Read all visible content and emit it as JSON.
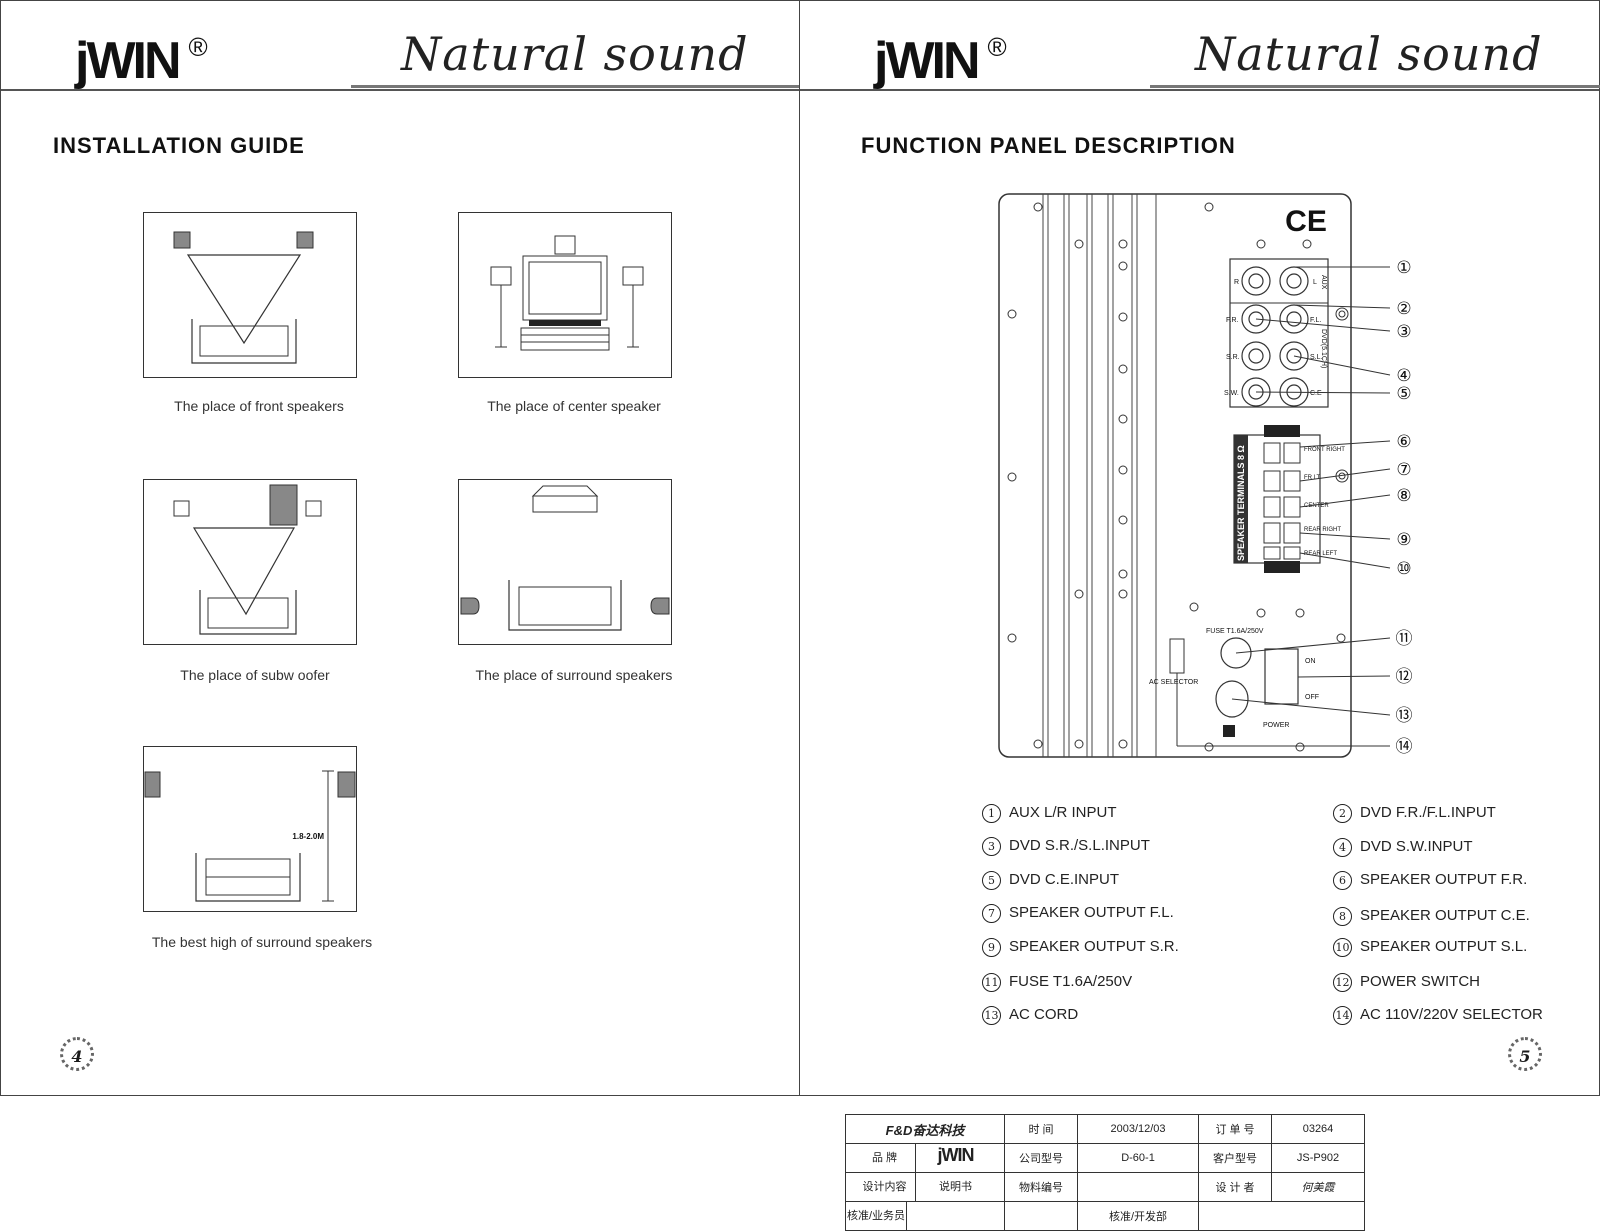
{
  "brand": {
    "name": "jWIN",
    "registered": "®",
    "tagline": "Natural sound"
  },
  "left_page": {
    "title": "INSTALLATION GUIDE",
    "captions": {
      "front": "The place of front speakers",
      "center": "The place of center speaker",
      "subwoofer": "The place of subw oofer",
      "surround": "The place of surround speakers",
      "height": "The best high of surround speakers"
    },
    "height_label": "1.8-2.0M",
    "page_number": "4"
  },
  "right_page": {
    "title": "FUNCTION PANEL DESCRIPTION",
    "panel_labels": {
      "ce": "CE",
      "aux": "AUX",
      "dvd": "DVD(5.1CH)",
      "r": "R",
      "l": "L",
      "fr": "F.R.",
      "fl": "F.L.",
      "sr": "S.R.",
      "sl": "S.L.",
      "sw": "S.W.",
      "ce_jack": "C.E",
      "speaker_terminals": "SPEAKER TERMINALS 8 Ω",
      "front_right": "FRONT RIGHT",
      "front_left": "FR LT.",
      "center": "CENTER",
      "rear_right": "REAR RIGHT",
      "rear_left": "REAR LEFT",
      "fuse": "FUSE T1.6A/250V",
      "ac_selector": "AC SELECTOR",
      "on": "ON",
      "off": "OFF",
      "power": "POWER"
    },
    "callouts": [
      "①",
      "②",
      "③",
      "④",
      "⑤",
      "⑥",
      "⑦",
      "⑧",
      "⑨",
      "⑩",
      "⑪",
      "⑫",
      "⑬",
      "⑭"
    ],
    "legend": [
      {
        "num": "1",
        "text": "AUX L/R INPUT"
      },
      {
        "num": "2",
        "text": "DVD F.R./F.L.INPUT"
      },
      {
        "num": "3",
        "text": "DVD S.R./S.L.INPUT"
      },
      {
        "num": "4",
        "text": "DVD S.W.INPUT"
      },
      {
        "num": "5",
        "text": "DVD C.E.INPUT"
      },
      {
        "num": "6",
        "text": "SPEAKER OUTPUT F.R."
      },
      {
        "num": "7",
        "text": "SPEAKER OUTPUT F.L."
      },
      {
        "num": "8",
        "text": "SPEAKER OUTPUT C.E."
      },
      {
        "num": "9",
        "text": "SPEAKER OUTPUT S.R."
      },
      {
        "num": "10",
        "text": "SPEAKER OUTPUT S.L."
      },
      {
        "num": "11",
        "text": "FUSE T1.6A/250V"
      },
      {
        "num": "12",
        "text": "POWER SWITCH"
      },
      {
        "num": "13",
        "text": "AC CORD"
      },
      {
        "num": "14",
        "text": "AC 110V/220V SELECTOR"
      }
    ],
    "page_number": "5"
  },
  "title_block": {
    "company": "F&D奋达科技",
    "time_label": "时 间",
    "date": "2003/12/03",
    "order_label": "订 单 号",
    "order_no": "03264",
    "brand_label": "品 牌",
    "brand": "jWIN",
    "company_model_label": "公司型号",
    "company_model": "D-60-1",
    "customer_model_label": "客户型号",
    "customer_model": "JS-P902",
    "design_content_label": "设计内容",
    "design_content": "说明书",
    "material_no_label": "物料编号",
    "designer_label": "设 计 者",
    "designer": "何美霞",
    "approve_business_label": "核准/业务员",
    "approve_dev_label": "核准/开发部"
  }
}
